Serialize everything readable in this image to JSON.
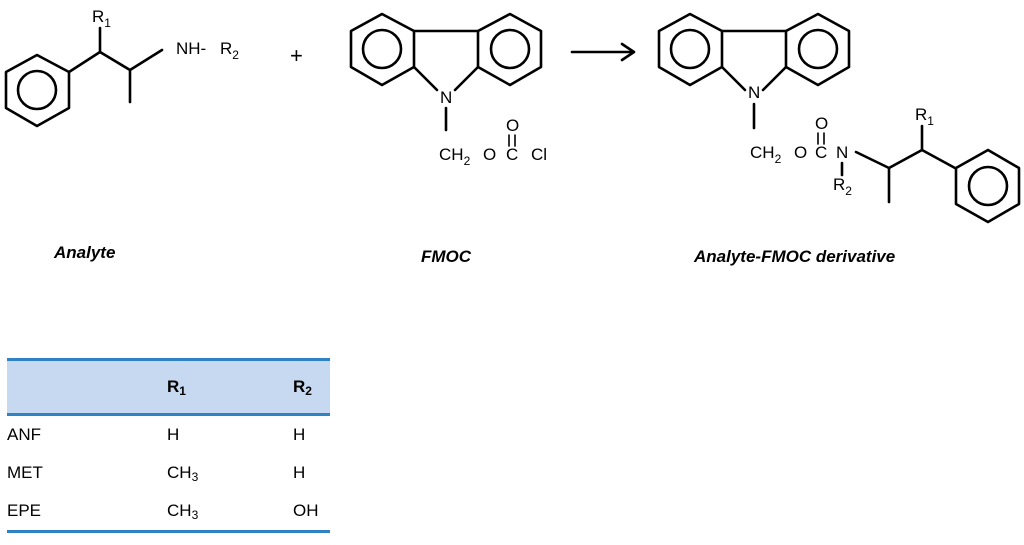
{
  "scheme": {
    "analyte": {
      "r1": "R",
      "r1_sub": "1",
      "nh": "NH-",
      "r2": "R",
      "r2_sub": "2"
    },
    "plus": "+",
    "fmoc": {
      "n": "N",
      "ch2": "CH",
      "ch2_sub": "2",
      "o_link": "O",
      "o_carbonyl": "O",
      "c": "C",
      "cl": "Cl"
    },
    "product": {
      "n_ring": "N",
      "ch2": "CH",
      "ch2_sub": "2",
      "o_link": "O",
      "o_carbonyl": "O",
      "c": "C",
      "n_amide": "N",
      "r2": "R",
      "r2_sub": "2",
      "r1": "R",
      "r1_sub": "1"
    },
    "captions": {
      "analyte": "Analyte",
      "fmoc": "FMOC",
      "derivative": "Analyte-FMOC derivative"
    }
  },
  "table": {
    "headers": [
      {
        "label": "",
        "sub": ""
      },
      {
        "label": "R",
        "sub": "1"
      },
      {
        "label": "R",
        "sub": "2"
      }
    ],
    "rows": [
      {
        "name": "ANF",
        "r1": "H",
        "r1_sub": "",
        "r2": "H"
      },
      {
        "name": "MET",
        "r1": "CH",
        "r1_sub": "3",
        "r2": "H"
      },
      {
        "name": "EPE",
        "r1": "CH",
        "r1_sub": "3",
        "r2": "OH"
      }
    ]
  }
}
